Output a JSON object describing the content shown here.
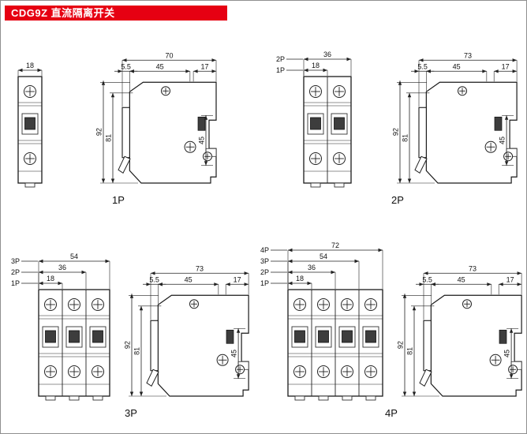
{
  "header": {
    "title": "CDG9Z 直流隔离开关"
  },
  "colors": {
    "accent": "#e60012",
    "line": "#1a1a1a",
    "dim": "#222222"
  },
  "panels": [
    {
      "label": "1P",
      "poles": 1,
      "front_dims": [
        {
          "pole_label": "",
          "value": "18",
          "modules": 1
        }
      ],
      "side_dims": {
        "total_width": "70",
        "front_depth": "5.5",
        "body_depth": "45",
        "rail_depth": "17",
        "total_height": "92",
        "body_height": "81",
        "clip_height": "45"
      }
    },
    {
      "label": "2P",
      "poles": 2,
      "front_dims": [
        {
          "pole_label": "2P",
          "value": "36",
          "modules": 2
        },
        {
          "pole_label": "1P",
          "value": "18",
          "modules": 1
        }
      ],
      "side_dims": {
        "total_width": "73",
        "front_depth": "5.5",
        "body_depth": "45",
        "rail_depth": "17",
        "total_height": "92",
        "body_height": "81",
        "clip_height": "45"
      }
    },
    {
      "label": "3P",
      "poles": 3,
      "front_dims": [
        {
          "pole_label": "3P",
          "value": "54",
          "modules": 3
        },
        {
          "pole_label": "2P",
          "value": "36",
          "modules": 2
        },
        {
          "pole_label": "1P",
          "value": "18",
          "modules": 1
        }
      ],
      "side_dims": {
        "total_width": "73",
        "front_depth": "5.5",
        "body_depth": "45",
        "rail_depth": "17",
        "total_height": "92",
        "body_height": "81",
        "clip_height": "45"
      }
    },
    {
      "label": "4P",
      "poles": 4,
      "front_dims": [
        {
          "pole_label": "4P",
          "value": "72",
          "modules": 4
        },
        {
          "pole_label": "3P",
          "value": "54",
          "modules": 3
        },
        {
          "pole_label": "2P",
          "value": "36",
          "modules": 2
        },
        {
          "pole_label": "1P",
          "value": "18",
          "modules": 1
        }
      ],
      "side_dims": {
        "total_width": "73",
        "front_depth": "5.5",
        "body_depth": "45",
        "rail_depth": "17",
        "total_height": "92",
        "body_height": "81",
        "clip_height": "45"
      }
    }
  ]
}
